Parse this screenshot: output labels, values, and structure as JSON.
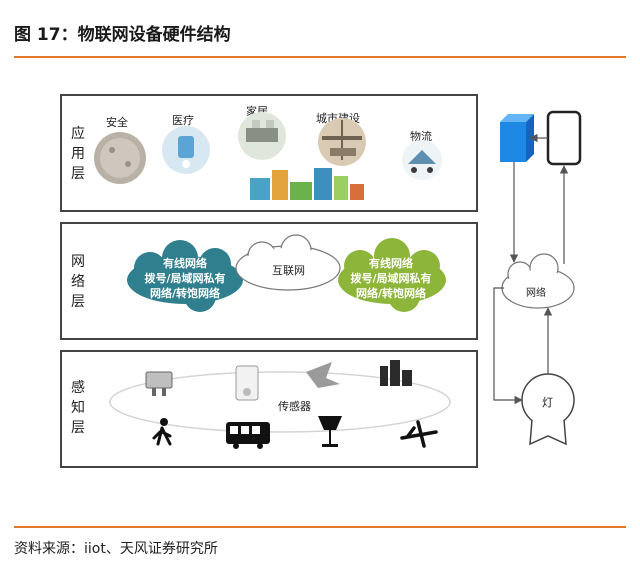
{
  "figure": {
    "title": "图 17：物联网设备硬件结构",
    "source": "资料来源：iiot、天风证券研究所"
  },
  "layers": {
    "application": {
      "label": "应用层",
      "items": [
        "安全",
        "医疗",
        "家居",
        "城市建设",
        "物流"
      ]
    },
    "network": {
      "label": "网络层",
      "internet": "互联网",
      "cloud_left": [
        "有线网络",
        "拨号/局域网私有",
        "网络/转饱网络"
      ],
      "cloud_right": [
        "有线网络",
        "拨号/局域网私有",
        "网络/转饱网络"
      ]
    },
    "perception": {
      "label": "感知层",
      "sensor": "传感器"
    }
  },
  "right_side": {
    "network": "网络",
    "lamp": "灯"
  },
  "colors": {
    "accent_rule": "#e07a2a",
    "cloud_teal": "#2f7f8e",
    "cloud_green": "#8cb53a",
    "server_blue": "#1e88e5"
  }
}
